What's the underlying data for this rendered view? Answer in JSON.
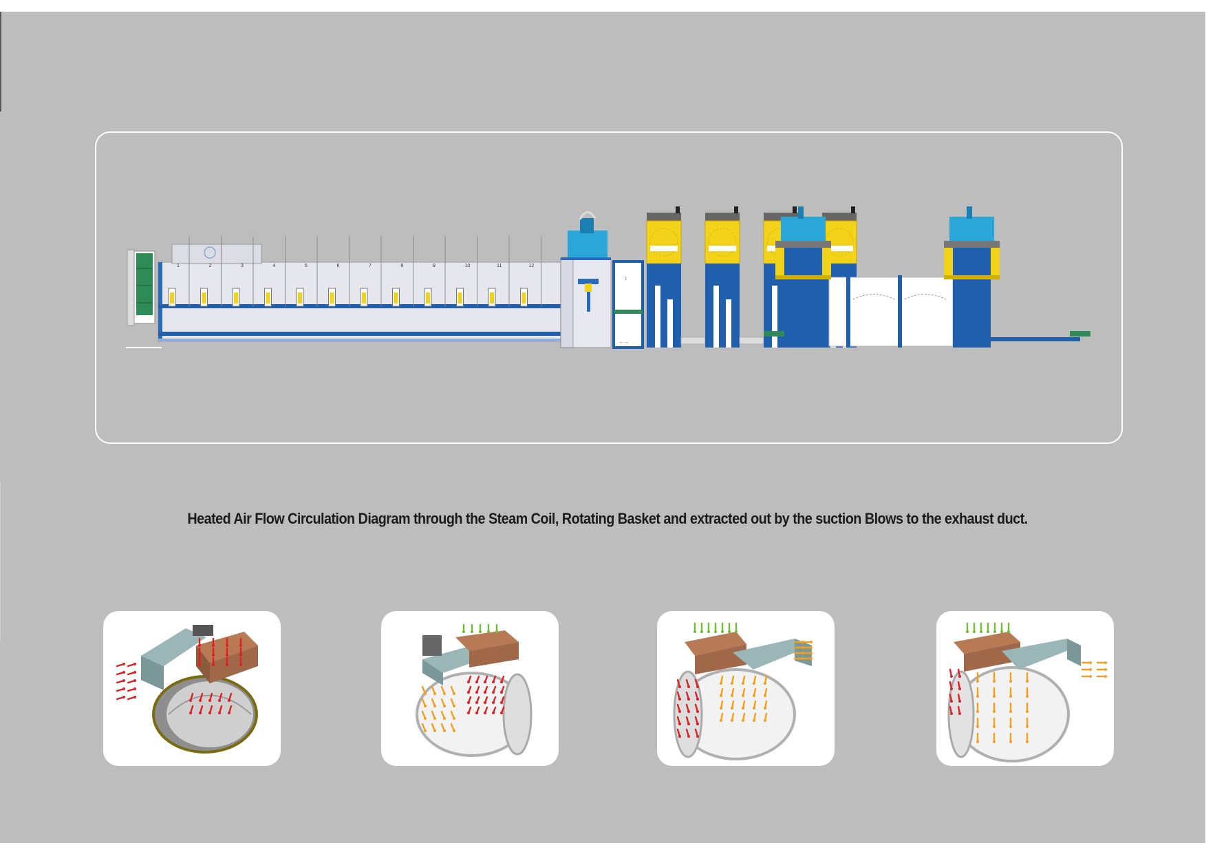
{
  "caption": "Heated Air Flow Circulation Diagram through the Steam Coil, Rotating Basket and extracted out by the suction Blows to the exhaust duct.",
  "machine": {
    "compartment_numbers": [
      "1",
      "2",
      "3",
      "4",
      "5",
      "6",
      "7",
      "8",
      "9",
      "10",
      "11",
      "12"
    ]
  },
  "airflow_views": [
    "view-1",
    "view-2",
    "view-3",
    "view-4"
  ],
  "colors": {
    "background": "#bdbdbd",
    "blue": "#1f5fae",
    "yellow": "#f3d21a",
    "green": "#2e8b57",
    "cyan": "#2aa7d8",
    "hot_arrow": "#e02020",
    "warm_arrow": "#f0a020",
    "fresh_arrow": "#6fc030"
  }
}
